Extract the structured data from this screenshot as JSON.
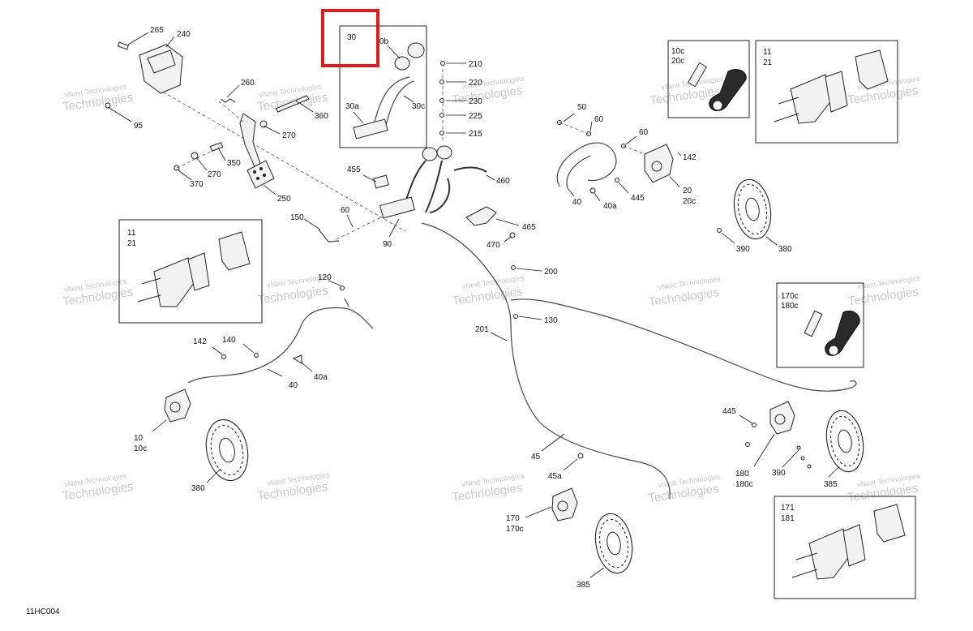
{
  "diagram_code": "11HC004",
  "watermark": {
    "line1": "vNext Technologies",
    "line2": "Technologies"
  },
  "highlight_color": "#e01b1b",
  "labels": {
    "l265": "265",
    "l240": "240",
    "l95": "95",
    "l260": "260",
    "l360": "360",
    "l270a": "270",
    "l270b": "270",
    "l350": "350",
    "l370": "370",
    "l250": "250",
    "l30": "30",
    "l30b": "0b",
    "l30a": "30a",
    "l30c": "30c",
    "l210": "210",
    "l220": "220",
    "l230": "230",
    "l225": "225",
    "l215": "215",
    "l455": "455",
    "l460": "460",
    "l465": "465",
    "l470": "470",
    "l150": "150",
    "l60a": "60",
    "l90": "90",
    "l50": "50",
    "l60b": "60",
    "l60c": "60",
    "l142a": "142",
    "l40a": "40",
    "l40a_sub": "40a",
    "l445a": "445",
    "l20": "20",
    "l20c": "20c",
    "l10c_box": "10c",
    "l20c_box": "20c",
    "l11_top": "11",
    "l21_top": "21",
    "l390a": "390",
    "l380a": "380",
    "l11_left": "11",
    "l21_left": "21",
    "l120": "120",
    "l142b": "142",
    "l140": "140",
    "l40b": "40",
    "l40a_b": "40a",
    "l10": "10",
    "l10c": "10c",
    "l380b": "380",
    "l200": "200",
    "l201": "201",
    "l130": "130",
    "l45": "45",
    "l45a": "45a",
    "l170": "170",
    "l170c": "170c",
    "l385a": "385",
    "l170c_box": "170c",
    "l180c_box": "180c",
    "l445b": "445",
    "l180": "180",
    "l180c": "180c",
    "l390b": "390",
    "l385b": "385",
    "l171": "171",
    "l181": "181"
  }
}
